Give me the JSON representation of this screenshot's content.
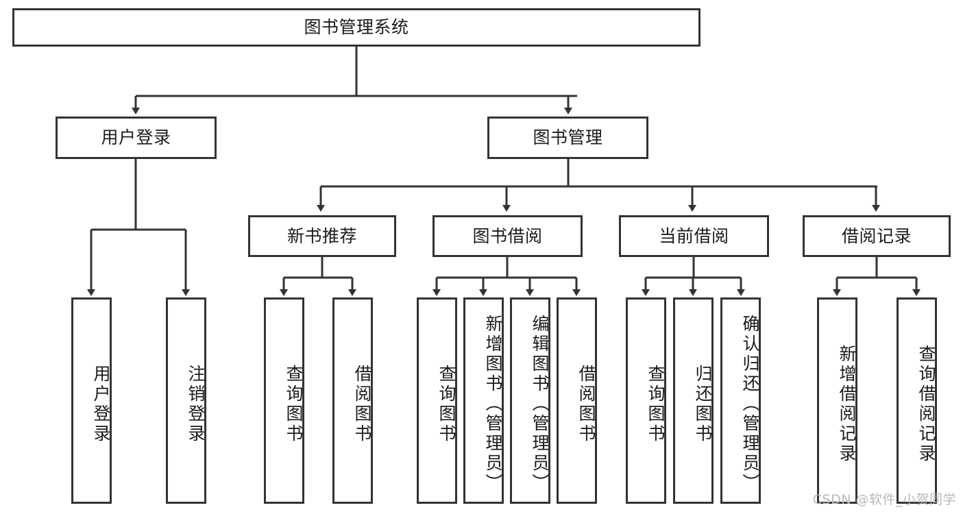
{
  "diagram": {
    "title": "图书管理系统",
    "type": "tree-hierarchy-chart",
    "root": {
      "label": "图书管理系统"
    },
    "level2": [
      {
        "label": "用户登录"
      },
      {
        "label": "图书管理"
      }
    ],
    "level3": [
      {
        "label": "新书推荐"
      },
      {
        "label": "图书借阅"
      },
      {
        "label": "当前借阅"
      },
      {
        "label": "借阅记录"
      }
    ],
    "leaves_user_login": [
      {
        "label": "用户登录"
      },
      {
        "label": "注销登录"
      }
    ],
    "leaves_new_book": [
      {
        "label": "查询图书"
      },
      {
        "label": "借阅图书"
      }
    ],
    "leaves_borrow": [
      {
        "label": "查询图书"
      },
      {
        "label": "新增图书（管理员）"
      },
      {
        "label": "编辑图书（管理员）"
      },
      {
        "label": "借阅图书"
      }
    ],
    "leaves_current": [
      {
        "label": "查询图书"
      },
      {
        "label": "归还图书"
      },
      {
        "label": "确认归还（管理员）"
      }
    ],
    "leaves_records": [
      {
        "label": "新增借阅记录"
      },
      {
        "label": "查询借阅记录"
      }
    ]
  },
  "watermark": {
    "text": "CSDN @软件_小贺同学"
  },
  "colors": {
    "stroke": "#333333",
    "text": "#1b1b1b",
    "background": "#ffffff",
    "watermark": "#b9b9b9"
  }
}
